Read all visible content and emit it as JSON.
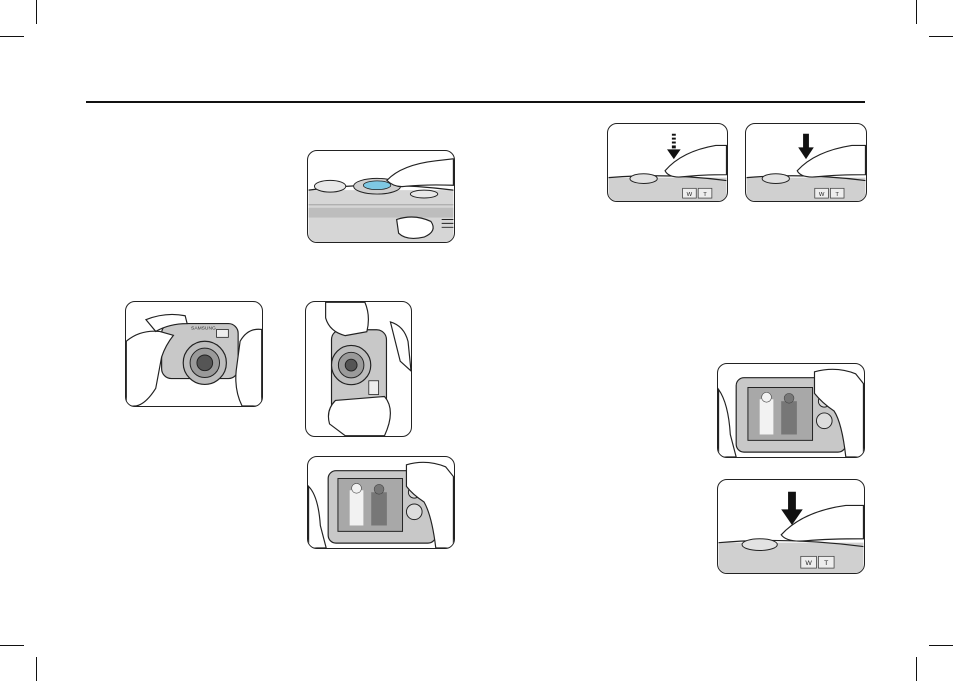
{
  "page": {
    "header_rule": true,
    "brand_text": "SAMSUNG"
  },
  "illustrations": [
    {
      "id": "mode-dial-press",
      "description_icon": "hand-pressing-camera-top-icon"
    },
    {
      "id": "shutter-half-press",
      "description_icon": "half-press-arrow-icon"
    },
    {
      "id": "shutter-full-press",
      "description_icon": "full-press-arrow-icon"
    },
    {
      "id": "hold-camera-landscape",
      "description_icon": "hands-holding-camera-icon"
    },
    {
      "id": "hold-camera-portrait",
      "description_icon": "hands-holding-camera-vertical-icon"
    },
    {
      "id": "lcd-view-center",
      "description_icon": "lcd-preview-icon"
    },
    {
      "id": "lcd-view-right",
      "description_icon": "lcd-preview-icon"
    },
    {
      "id": "shutter-press-right",
      "description_icon": "full-press-arrow-icon"
    }
  ],
  "labels": {
    "zoom_w": "W",
    "zoom_t": "T"
  },
  "colors": {
    "line": "#222222",
    "camera_gray": "#c8c8c8",
    "camera_dark": "#8c8c8c",
    "accent_blue": "#7ec8e3"
  }
}
